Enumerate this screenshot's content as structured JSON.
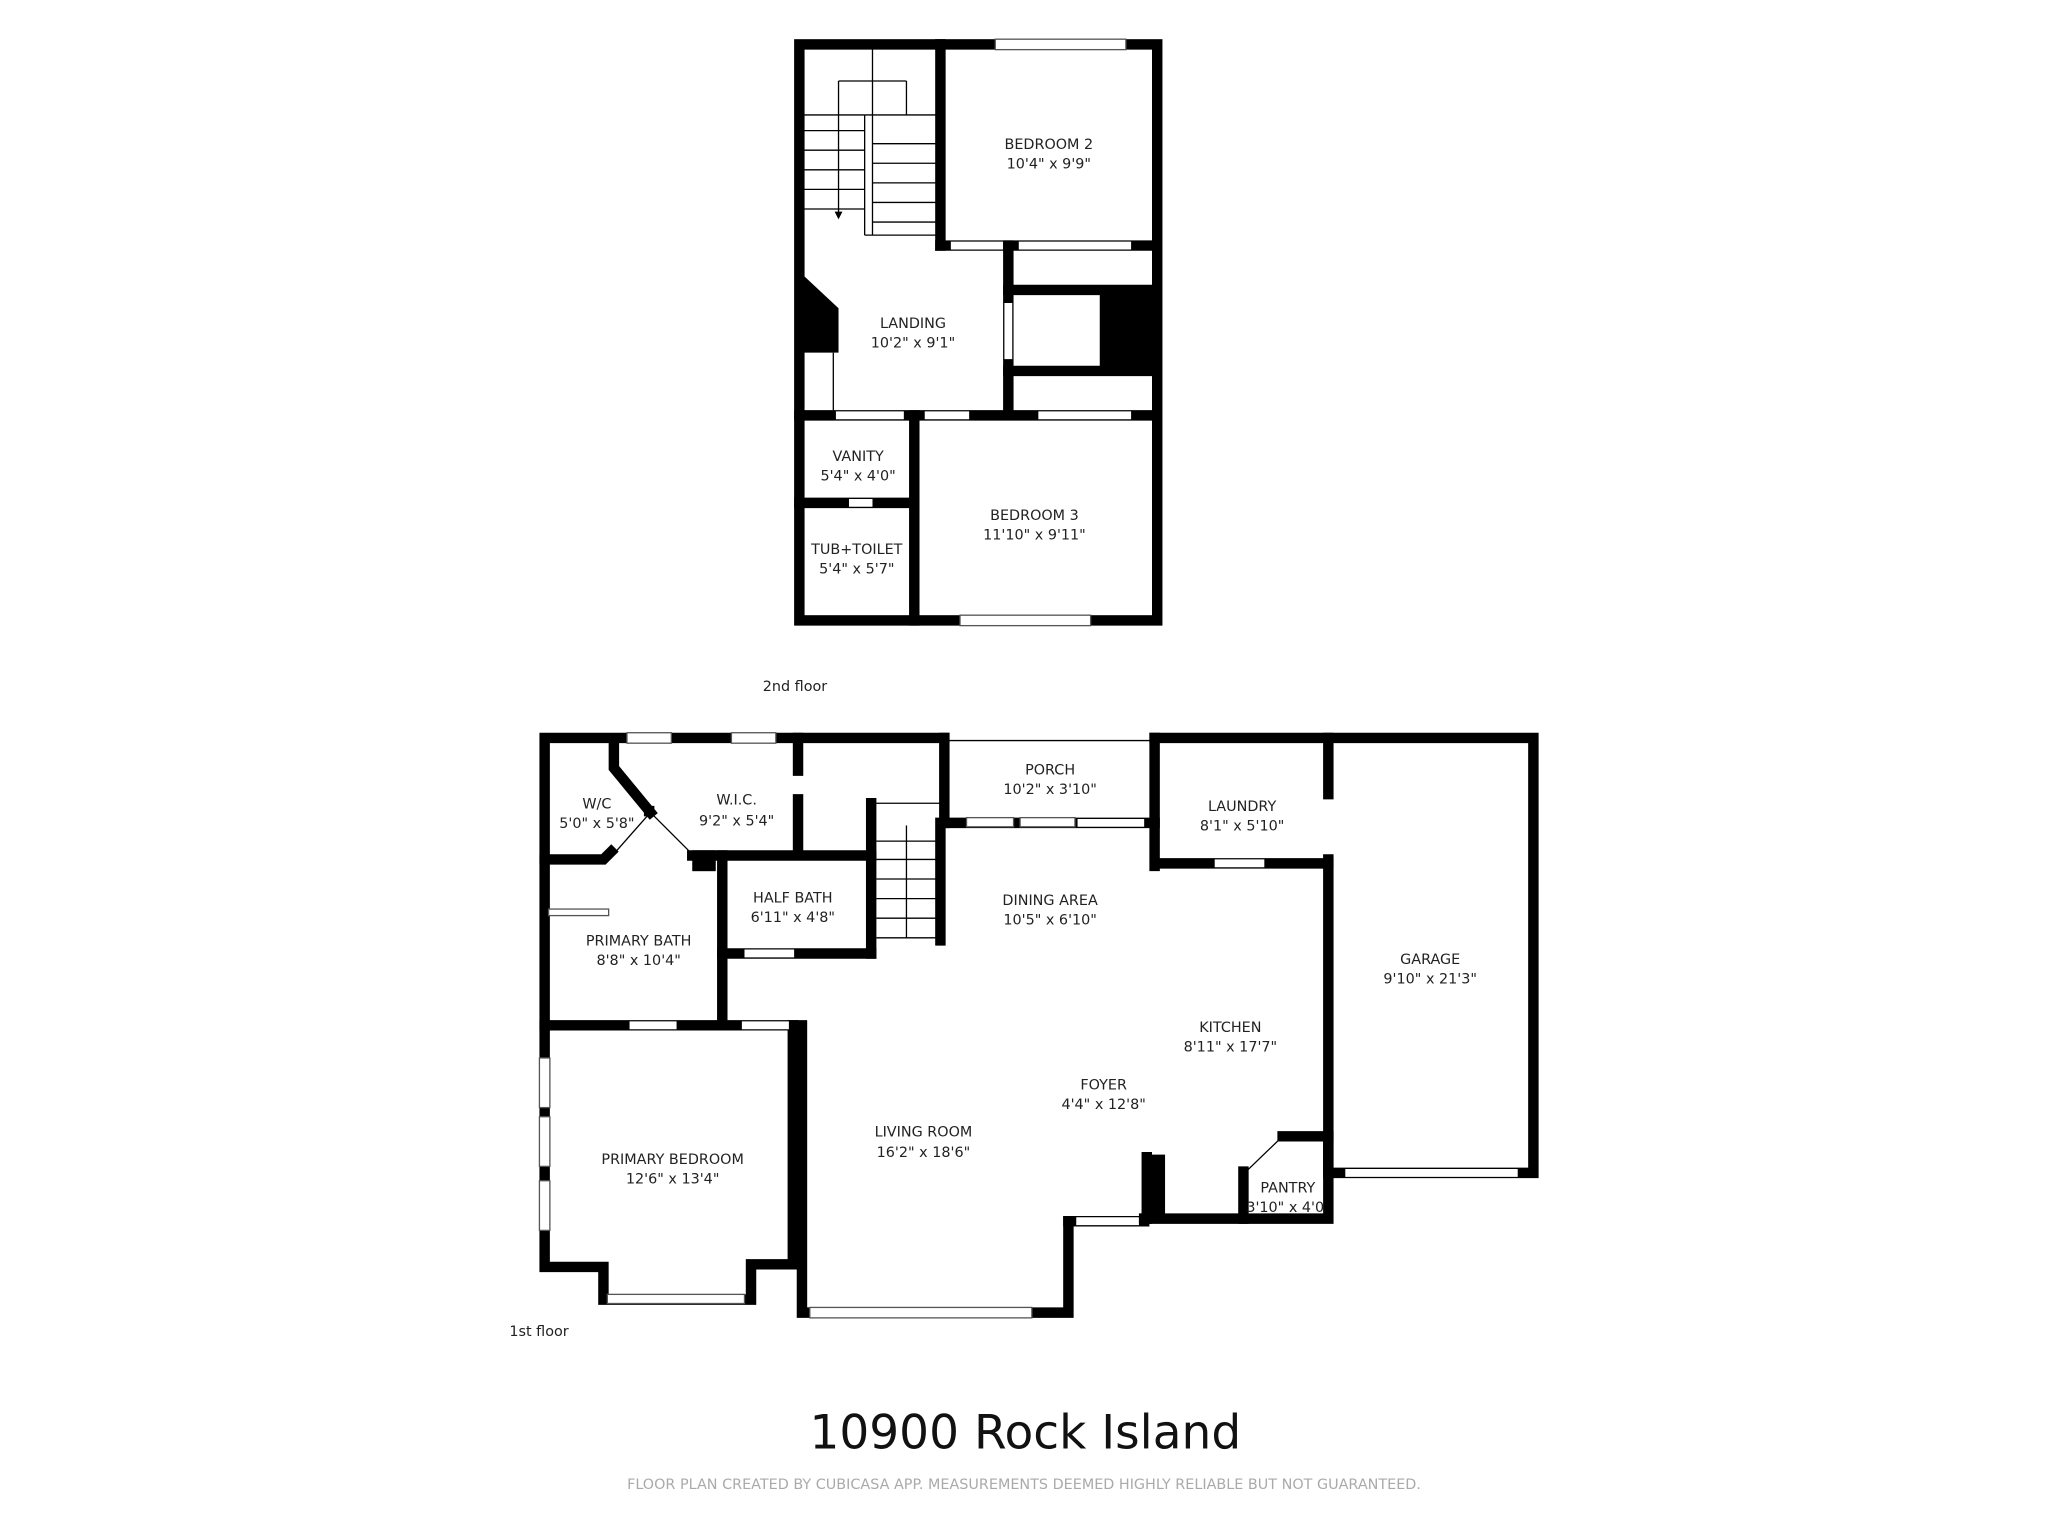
{
  "title": "10900 Rock Island",
  "footer": "FLOOR PLAN CREATED BY CUBICASA APP. MEASUREMENTS DEEMED HIGHLY RELIABLE BUT NOT GUARANTEED.",
  "colors": {
    "wall": "#000000",
    "text": "#222222",
    "footer": "#aaaaaa"
  },
  "floors": {
    "second": {
      "label": "2nd floor",
      "rooms": [
        {
          "name": "BEDROOM 2",
          "dims": "10'4\" x 9'9\""
        },
        {
          "name": "LANDING",
          "dims": "10'2\" x 9'1\""
        },
        {
          "name": "VANITY",
          "dims": "5'4\" x 4'0\""
        },
        {
          "name": "BEDROOM 3",
          "dims": "11'10\" x 9'11\""
        },
        {
          "name": "TUB+TOILET",
          "dims": "5'4\" x 5'7\""
        }
      ]
    },
    "first": {
      "label": "1st floor",
      "rooms": [
        {
          "name": "W/C",
          "dims": "5'0\" x 5'8\""
        },
        {
          "name": "W.I.C.",
          "dims": "9'2\" x 5'4\""
        },
        {
          "name": "PORCH",
          "dims": "10'2\" x 3'10\""
        },
        {
          "name": "LAUNDRY",
          "dims": "8'1\" x 5'10\""
        },
        {
          "name": "HALF BATH",
          "dims": "6'11\" x 4'8\""
        },
        {
          "name": "DINING AREA",
          "dims": "10'5\" x 6'10\""
        },
        {
          "name": "PRIMARY BATH",
          "dims": "8'8\" x 10'4\""
        },
        {
          "name": "GARAGE",
          "dims": "9'10\" x 21'3\""
        },
        {
          "name": "KITCHEN",
          "dims": "8'11\" x 17'7\""
        },
        {
          "name": "FOYER",
          "dims": "4'4\" x 12'8\""
        },
        {
          "name": "LIVING ROOM",
          "dims": "16'2\" x 18'6\""
        },
        {
          "name": "PRIMARY BEDROOM",
          "dims": "12'6\" x 13'4\""
        },
        {
          "name": "PANTRY",
          "dims": "3'10\" x 4'0"
        }
      ]
    }
  }
}
